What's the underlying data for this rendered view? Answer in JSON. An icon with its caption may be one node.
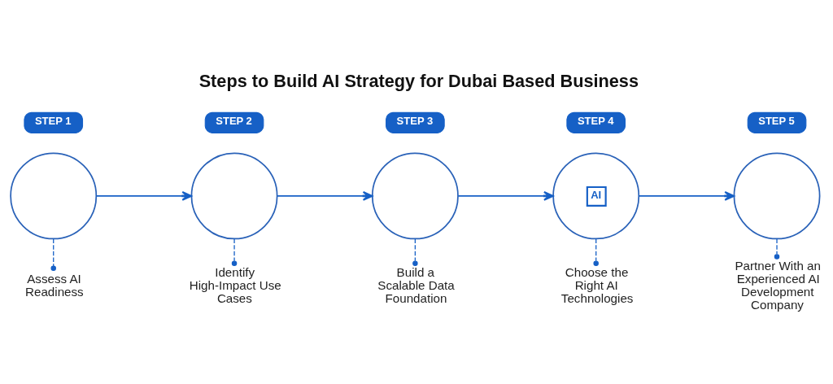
{
  "diagram": {
    "title": "Steps to Build AI Strategy for Dubai Based Business",
    "nodes": [
      {
        "text": [
          "STEP 1"
        ]
      },
      {
        "text": [],
        "shape": "circle"
      },
      {
        "text": [
          "Assess AI Readiness"
        ]
      },
      {
        "text": [
          "STEP 2"
        ]
      },
      {
        "text": [],
        "shape": "circle"
      },
      {
        "text": [
          "Identify High-Impact Use Cases"
        ]
      },
      {
        "text": [
          "STEP 3"
        ]
      },
      {
        "text": [],
        "shape": "circle"
      },
      {
        "text": [
          "Build a Scalable Data Foundation"
        ]
      },
      {
        "text": [
          "STEP 4"
        ]
      },
      {
        "text": [
          "AI"
        ]
      },
      {
        "text": [
          "Choose the Right AI Technologies"
        ]
      },
      {
        "text": [
          "STEP 5"
        ]
      },
      {
        "text": [],
        "shape": "circle"
      },
      {
        "text": [
          "Partner With an Experienced AI Development Company"
        ]
      }
    ],
    "edges": [
      {
        "from": 1,
        "to": 2,
        "arrow": "other",
        "style": "dashed"
      },
      {
        "from": 1,
        "to": 4,
        "arrow": "to"
      },
      {
        "from": 4,
        "to": 5,
        "arrow": "other",
        "style": "dashed"
      },
      {
        "from": 4,
        "to": 7,
        "arrow": "to"
      },
      {
        "from": 7,
        "to": 8,
        "arrow": "other",
        "style": "dashed"
      },
      {
        "from": 7,
        "to": 10,
        "arrow": "to"
      },
      {
        "from": 10,
        "to": 11,
        "arrow": "other",
        "style": "dashed"
      },
      {
        "from": 10,
        "to": 13,
        "arrow": "to"
      },
      {
        "from": 13,
        "to": 14,
        "arrow": "other",
        "style": "dashed"
      }
    ]
  }
}
